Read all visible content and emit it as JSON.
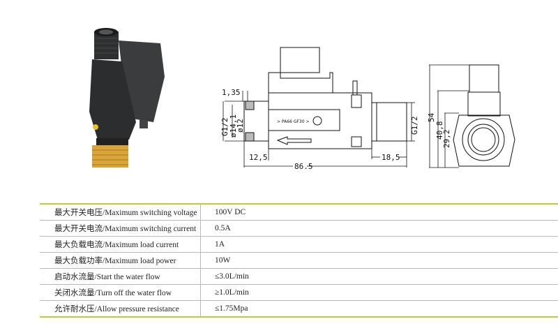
{
  "drawing": {
    "dims": {
      "ring_thickness": "1,35",
      "thread_left": "G1/2",
      "dia_outer": "ø14,1",
      "dia_inner": "ø12",
      "left_offset": "12,5",
      "total_length": "86.5",
      "right_length": "18,5",
      "thread_right": "G1/2",
      "height_total": "54",
      "height_mid": "40,8",
      "height_low": "29,2"
    },
    "body_marking": "> PA66 GF30 >"
  },
  "specs": [
    {
      "label": "最大开关电压/Maximum switching voltage",
      "value": "100V DC"
    },
    {
      "label": "最大开关电流/Maximum switching current",
      "value": "0.5A"
    },
    {
      "label": "最大负载电流/Maximum load current",
      "value": "1A"
    },
    {
      "label": "最大负载功率/Maximum load power",
      "value": "10W"
    },
    {
      "label": "启动水流量/Start the water flow",
      "value": "≤3.0L/min"
    },
    {
      "label": "关闭水流量/Turn off the water flow",
      "value": "≥1.0L/min"
    },
    {
      "label": "允许耐水压/Allow pressure resistance",
      "value": "≤1.75Mpa"
    }
  ],
  "colors": {
    "accent": "#b5d334",
    "brass": "#d9a53a",
    "body": "#2b2d2e"
  }
}
